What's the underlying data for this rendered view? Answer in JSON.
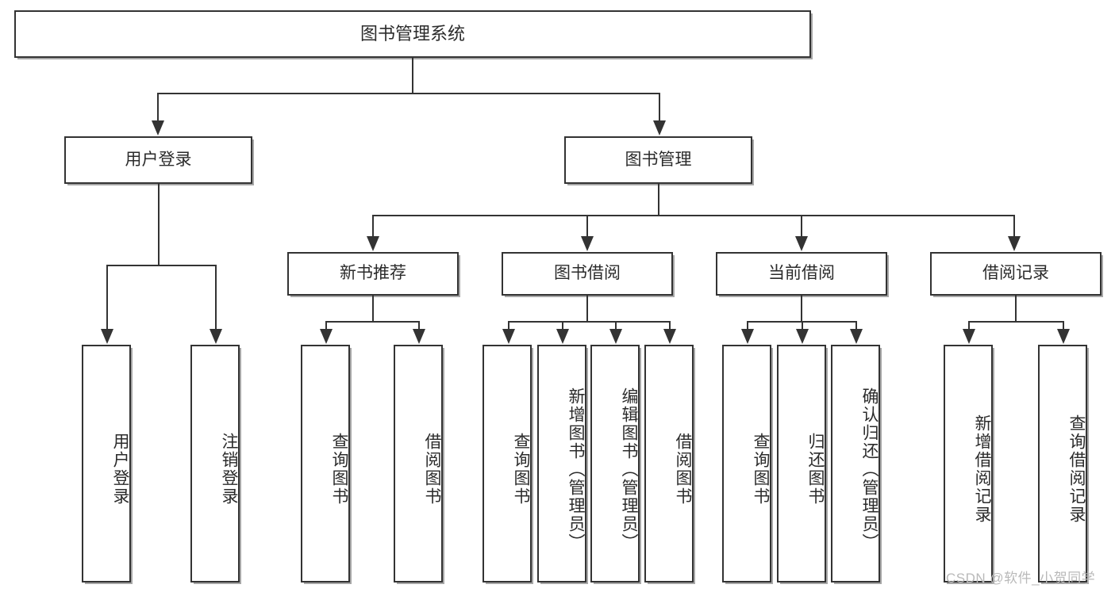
{
  "diagram": {
    "title": "图书管理系统",
    "type": "hierarchy-tree",
    "root": {
      "label": "图书管理系统"
    },
    "level1": [
      {
        "label": "用户登录"
      },
      {
        "label": "图书管理"
      }
    ],
    "level2": [
      {
        "label": "新书推荐"
      },
      {
        "label": "图书借阅"
      },
      {
        "label": "当前借阅"
      },
      {
        "label": "借阅记录"
      }
    ],
    "leaves": {
      "user_login": [
        {
          "label": "用户登录"
        },
        {
          "label": "注销登录"
        }
      ],
      "new_book_recommend": [
        {
          "label": "查询图书"
        },
        {
          "label": "借阅图书"
        }
      ],
      "book_borrow": [
        {
          "label": "查询图书"
        },
        {
          "label": "新增图书（管理员）"
        },
        {
          "label": "编辑图书（管理员）"
        },
        {
          "label": "借阅图书"
        }
      ],
      "current_borrow": [
        {
          "label": "查询图书"
        },
        {
          "label": "归还图书"
        },
        {
          "label": "确认归还（管理员）"
        }
      ],
      "borrow_record": [
        {
          "label": "新增借阅记录"
        },
        {
          "label": "查询借阅记录"
        }
      ]
    }
  },
  "watermark": {
    "text": "CSDN @软件_小贺同学"
  },
  "colors": {
    "box_border": "#333333",
    "text": "#2b2b2b",
    "background": "#ffffff",
    "watermark": "#b9b9b9"
  }
}
